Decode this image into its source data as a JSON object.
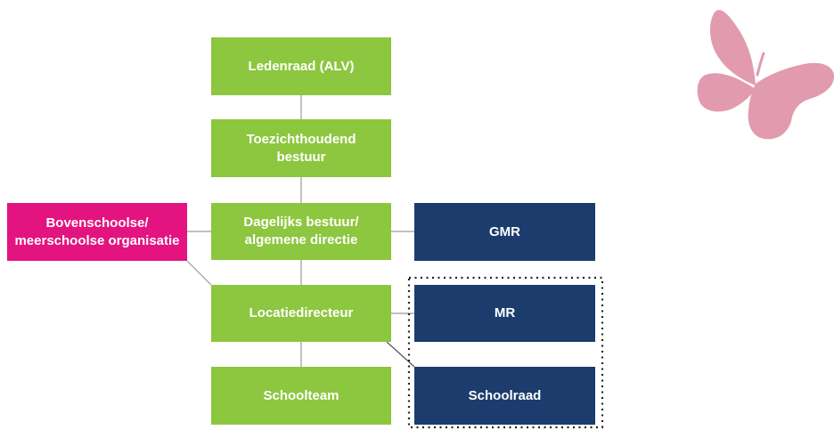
{
  "boxes": {
    "ledenraad": "Ledenraad (ALV)",
    "toezichthoudend": "Toezichthoudend\nbestuur",
    "dagelijks": "Dagelijks bestuur/\nalgemene directie",
    "bovenschoolse": "Bovenschoolse/\nmeerschoolse organisatie",
    "gmr": "GMR",
    "locatiedirecteur": "Locatiedirecteur",
    "mr": "MR",
    "schoolteam": "Schoolteam",
    "schoolraad": "Schoolraad"
  },
  "colors": {
    "green": "#8dc63f",
    "navy": "#1b3c6d",
    "pink": "#e3137f",
    "butterfly": "#e29aae",
    "connector": "#9a9a9a"
  },
  "decoration": {
    "icon": "butterfly-icon"
  }
}
